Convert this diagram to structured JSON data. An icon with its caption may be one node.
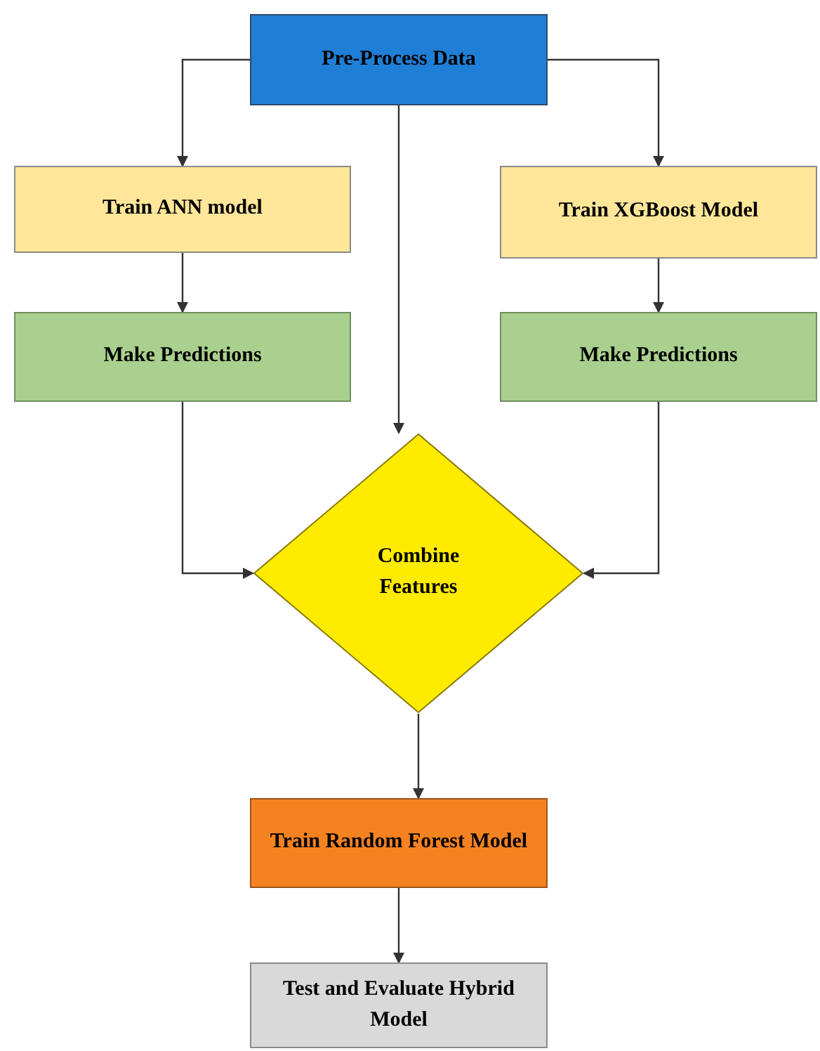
{
  "diagram": {
    "nodes": [
      {
        "text": [
          "Pre-Process Data"
        ]
      },
      {
        "text": [
          "Train ANN model"
        ]
      },
      {
        "text": [
          "Train XGBoost Model"
        ]
      },
      {
        "text": [
          "Make Predictions"
        ]
      },
      {
        "text": [
          "Make Predictions"
        ]
      },
      {
        "text": [
          "Combine Features"
        ]
      },
      {
        "text": [
          "Train Random Forest Model"
        ]
      },
      {
        "text": [
          "Test and Evaluate Hybrid Model"
        ]
      }
    ],
    "edges": [
      {
        "from": 0,
        "to": 1,
        "arrow": "to"
      },
      {
        "from": 0,
        "to": 2,
        "arrow": "to"
      },
      {
        "from": 0,
        "to": 5,
        "arrow": "to"
      },
      {
        "from": 1,
        "to": 3,
        "arrow": "to"
      },
      {
        "from": 2,
        "to": 4,
        "arrow": "to"
      },
      {
        "from": 3,
        "to": 5,
        "arrow": "to"
      },
      {
        "from": 4,
        "to": 5,
        "arrow": "to"
      },
      {
        "from": 5,
        "to": 6,
        "arrow": "to"
      },
      {
        "from": 6,
        "to": 7,
        "arrow": "to"
      }
    ]
  }
}
